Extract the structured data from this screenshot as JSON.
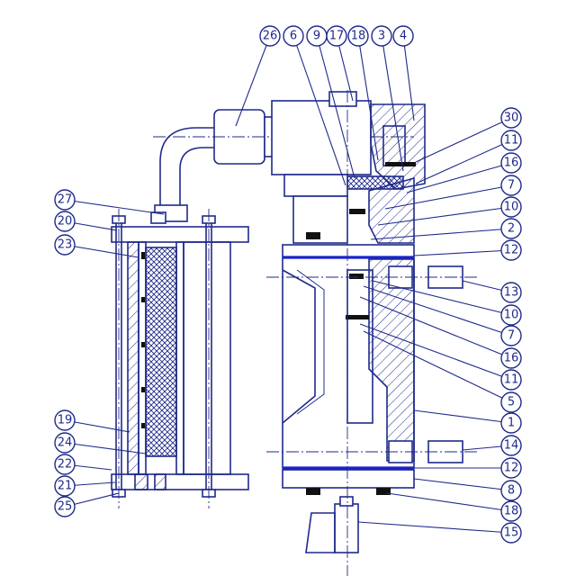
{
  "callouts": [
    {
      "label": "26"
    },
    {
      "label": "6"
    },
    {
      "label": "9"
    },
    {
      "label": "17"
    },
    {
      "label": "18"
    },
    {
      "label": "3"
    },
    {
      "label": "4"
    },
    {
      "label": "30"
    },
    {
      "label": "11"
    },
    {
      "label": "16"
    },
    {
      "label": "7"
    },
    {
      "label": "10"
    },
    {
      "label": "2"
    },
    {
      "label": "12"
    },
    {
      "label": "13"
    },
    {
      "label": "10"
    },
    {
      "label": "7"
    },
    {
      "label": "16"
    },
    {
      "label": "11"
    },
    {
      "label": "5"
    },
    {
      "label": "1"
    },
    {
      "label": "14"
    },
    {
      "label": "12"
    },
    {
      "label": "8"
    },
    {
      "label": "18"
    },
    {
      "label": "15"
    },
    {
      "label": "27"
    },
    {
      "label": "20"
    },
    {
      "label": "23"
    },
    {
      "label": "19"
    },
    {
      "label": "24"
    },
    {
      "label": "22"
    },
    {
      "label": "21"
    },
    {
      "label": "25"
    }
  ],
  "colors": {
    "outline": "#1f2a8a",
    "accent_band": "#1a22cc",
    "seal": "#111111"
  }
}
